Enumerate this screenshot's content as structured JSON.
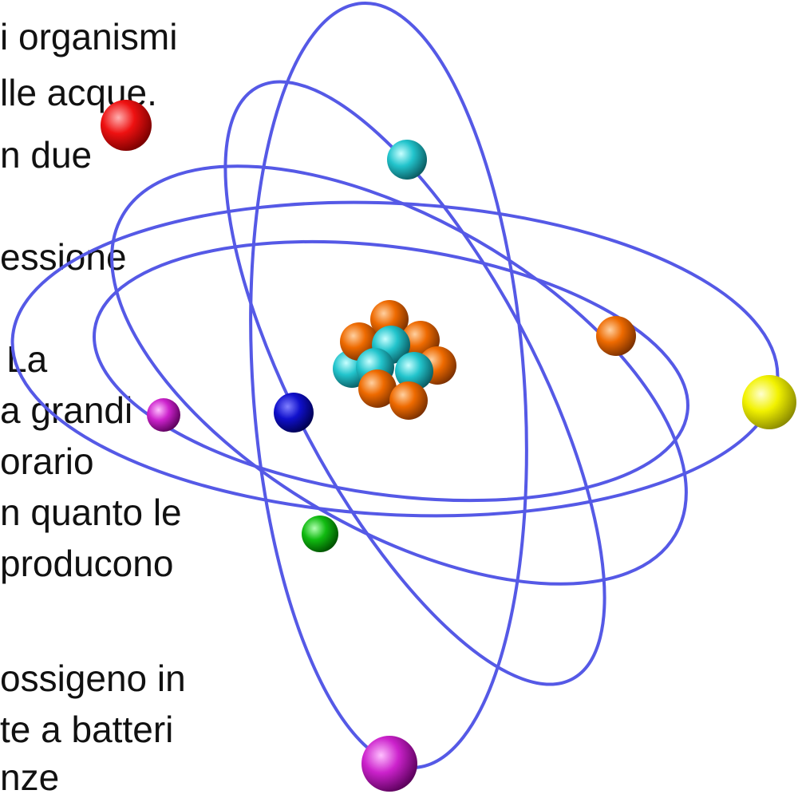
{
  "text_lines": [
    "i organismi",
    "lle acque.",
    "n due",
    "essione",
    "La",
    "a grandi",
    "orario",
    "n quanto le",
    "producono",
    "ossigeno in",
    "te a batteri",
    "nze"
  ],
  "atom": {
    "orbit_color": "#5559e6",
    "electron_colors": {
      "red": "#ee1111",
      "cyan": "#22c4cc",
      "orange": "#ee6a00",
      "yellow": "#f2f200",
      "magenta": "#cc22cc",
      "blue": "#1010cc",
      "green": "#11bb11"
    },
    "nucleus_colors": [
      "#ee6a00",
      "#22c4cc"
    ]
  }
}
